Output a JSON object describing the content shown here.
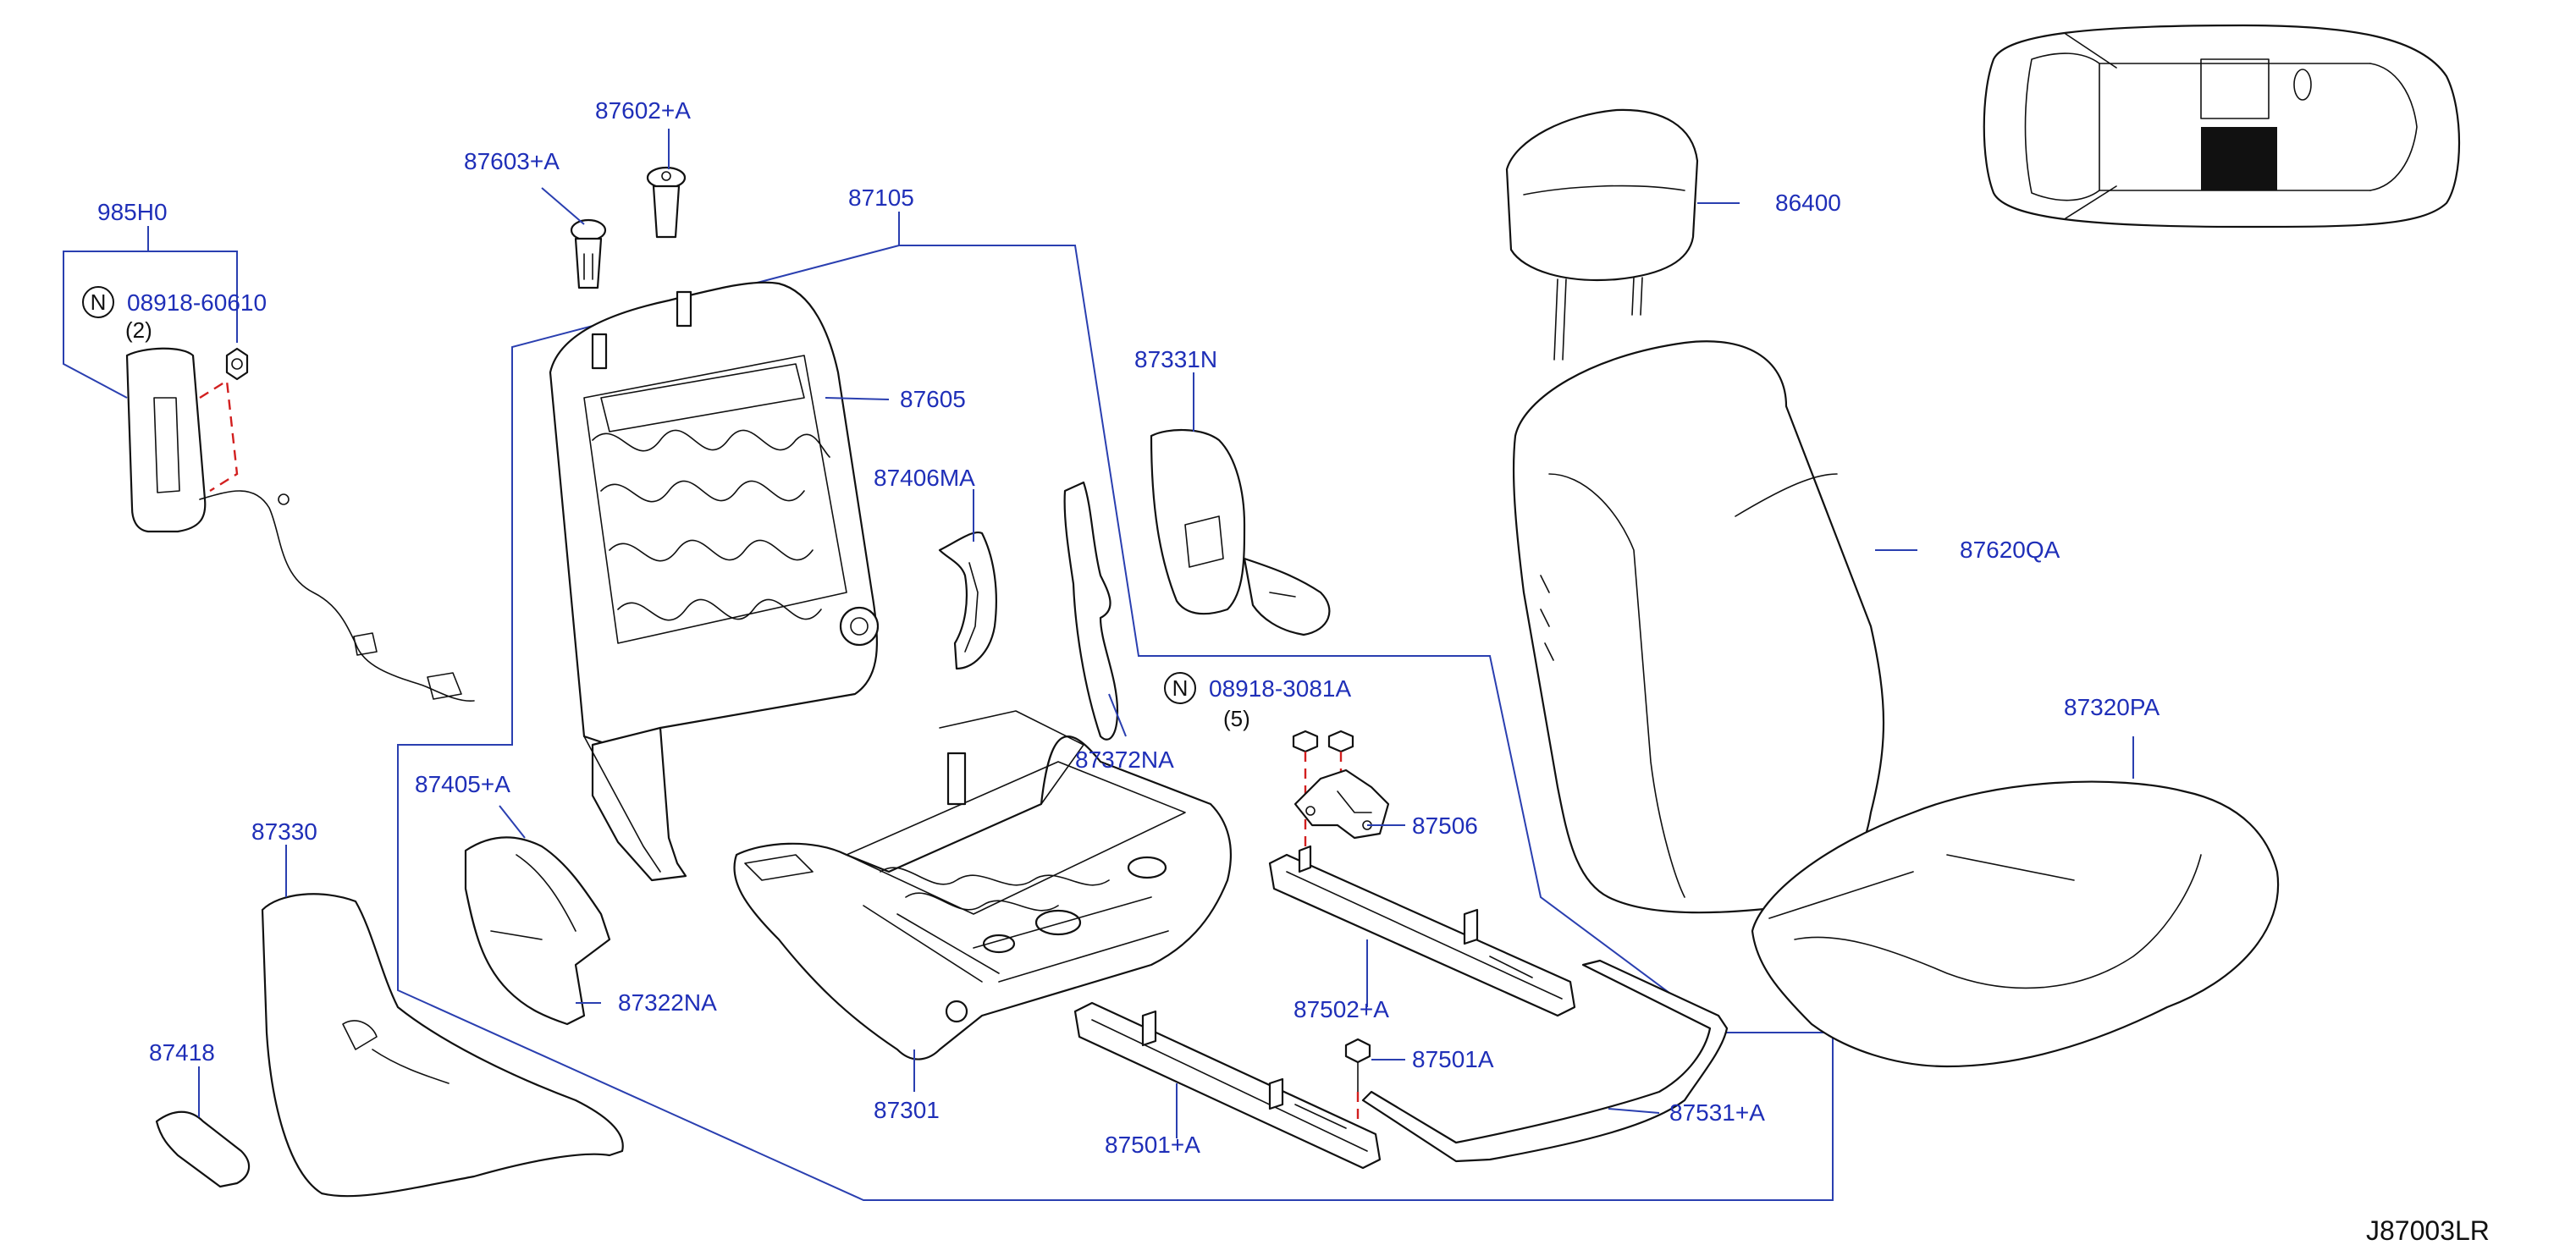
{
  "diagram_code": "J87003LR",
  "parts": {
    "p985h0": "985H0",
    "n_bolt_a": "08918-60610",
    "n_bolt_a_qty": "(2)",
    "p87603a": "87603+A",
    "p87602a": "87602+A",
    "p87105": "87105",
    "p87605": "87605",
    "p87406ma": "87406MA",
    "p87372na": "87372NA",
    "p87331n": "87331N",
    "n_bolt_b": "08918-3081A",
    "n_bolt_b_qty": "(5)",
    "p86400": "86400",
    "p87620qa": "87620QA",
    "p87320pa": "87320PA",
    "p87405a": "87405+A",
    "p87322na": "87322NA",
    "p87330": "87330",
    "p87418": "87418",
    "p87301": "87301",
    "p87506": "87506",
    "p87502a": "87502+A",
    "p87501a_bolt": "87501A",
    "p87501a_rail": "87501+A",
    "p87531a": "87531+A"
  },
  "n_marker": "N"
}
